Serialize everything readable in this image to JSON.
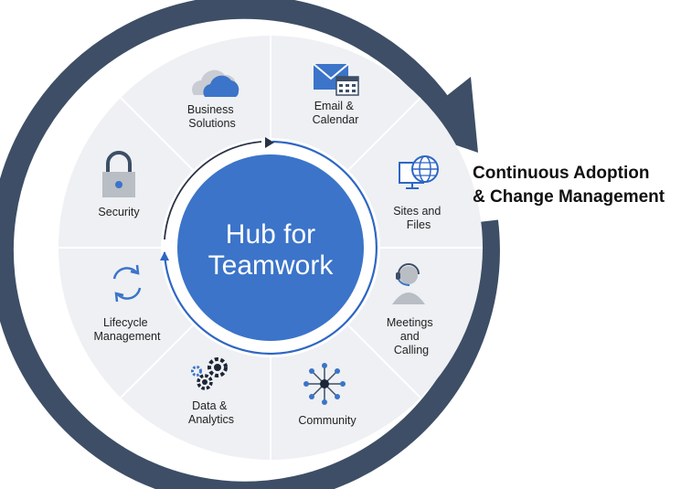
{
  "hub": {
    "line1": "Hub for",
    "line2": "Teamwork"
  },
  "side_label": {
    "line1": "Continuous Adoption",
    "line2": "& Change Management"
  },
  "segments": [
    {
      "id": "business",
      "lines": [
        "Business",
        "Solutions"
      ],
      "icon": "cloud-icon"
    },
    {
      "id": "email",
      "lines": [
        "Email &",
        "Calendar"
      ],
      "icon": "envelope-calendar-icon"
    },
    {
      "id": "sites",
      "lines": [
        "Sites and",
        "Files"
      ],
      "icon": "globe-monitor-icon"
    },
    {
      "id": "meetings",
      "lines": [
        "Meetings",
        "and",
        "Calling"
      ],
      "icon": "headset-person-icon"
    },
    {
      "id": "community",
      "lines": [
        "Community"
      ],
      "icon": "network-hub-icon"
    },
    {
      "id": "data",
      "lines": [
        "Data &",
        "Analytics"
      ],
      "icon": "gears-icon"
    },
    {
      "id": "lifecycle",
      "lines": [
        "Lifecycle",
        "Management"
      ],
      "icon": "refresh-icon"
    },
    {
      "id": "security",
      "lines": [
        "Security"
      ],
      "icon": "padlock-icon"
    }
  ],
  "colors": {
    "arc": "#3d4e66",
    "hub": "#3b74c9",
    "disc": "#eef0f3",
    "divider": "#ffffff",
    "inner_ring": "#2e66c5"
  }
}
